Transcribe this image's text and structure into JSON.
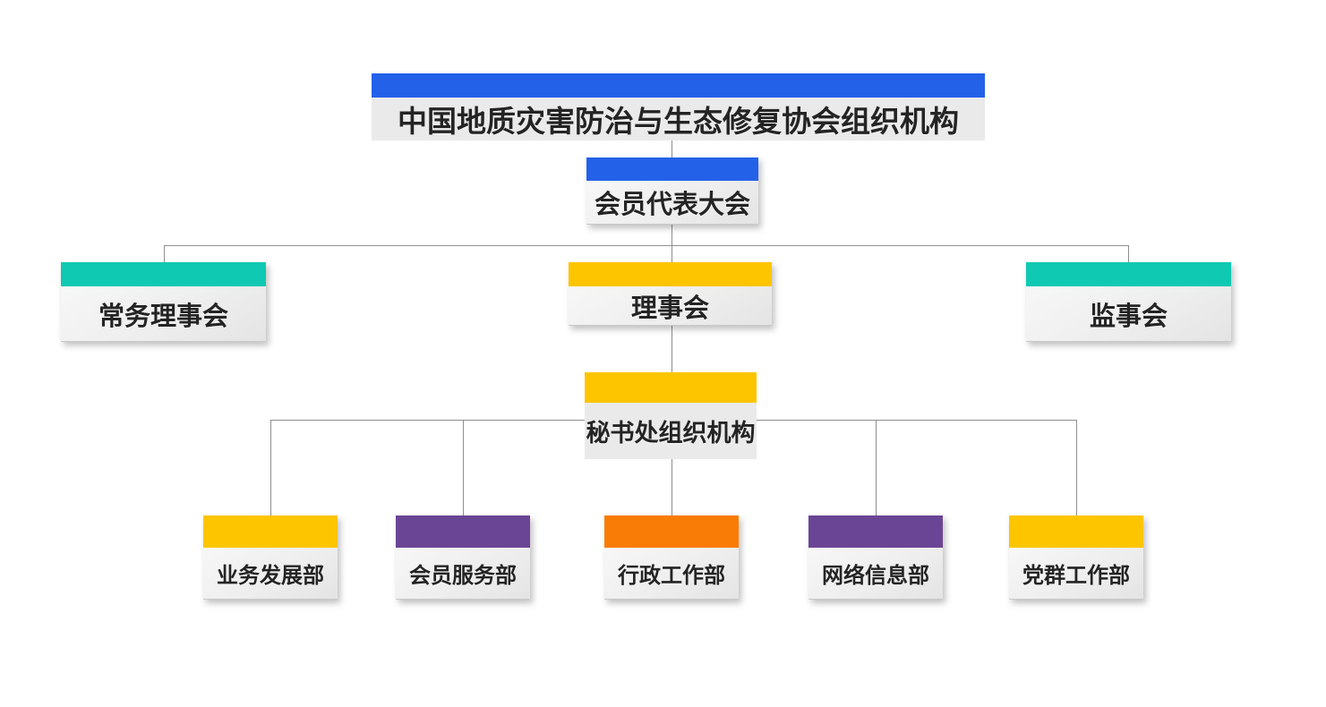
{
  "org_chart": {
    "title": {
      "label": "中国地质灾害防治与生态修复协会组织机构",
      "accent": "#2361e9"
    },
    "root": {
      "label": "会员代表大会",
      "accent": "#2361e9",
      "children": [
        {
          "label": "常务理事会",
          "accent": "#10c9b2",
          "children": []
        },
        {
          "label": "理事会",
          "accent": "#fdc500",
          "children": [
            {
              "label": "秘书处组织机构",
              "accent": "#fdc500",
              "children": [
                {
                  "label": "业务发展部",
                  "accent": "#fdc500"
                },
                {
                  "label": "会员服务部",
                  "accent": "#6b4595"
                },
                {
                  "label": "行政工作部",
                  "accent": "#f97c06"
                },
                {
                  "label": "网络信息部",
                  "accent": "#6b4595"
                },
                {
                  "label": "党群工作部",
                  "accent": "#fdc500"
                }
              ]
            }
          ]
        },
        {
          "label": "监事会",
          "accent": "#10c9b2",
          "children": []
        }
      ]
    },
    "connector_color": "#8f8f8f"
  }
}
